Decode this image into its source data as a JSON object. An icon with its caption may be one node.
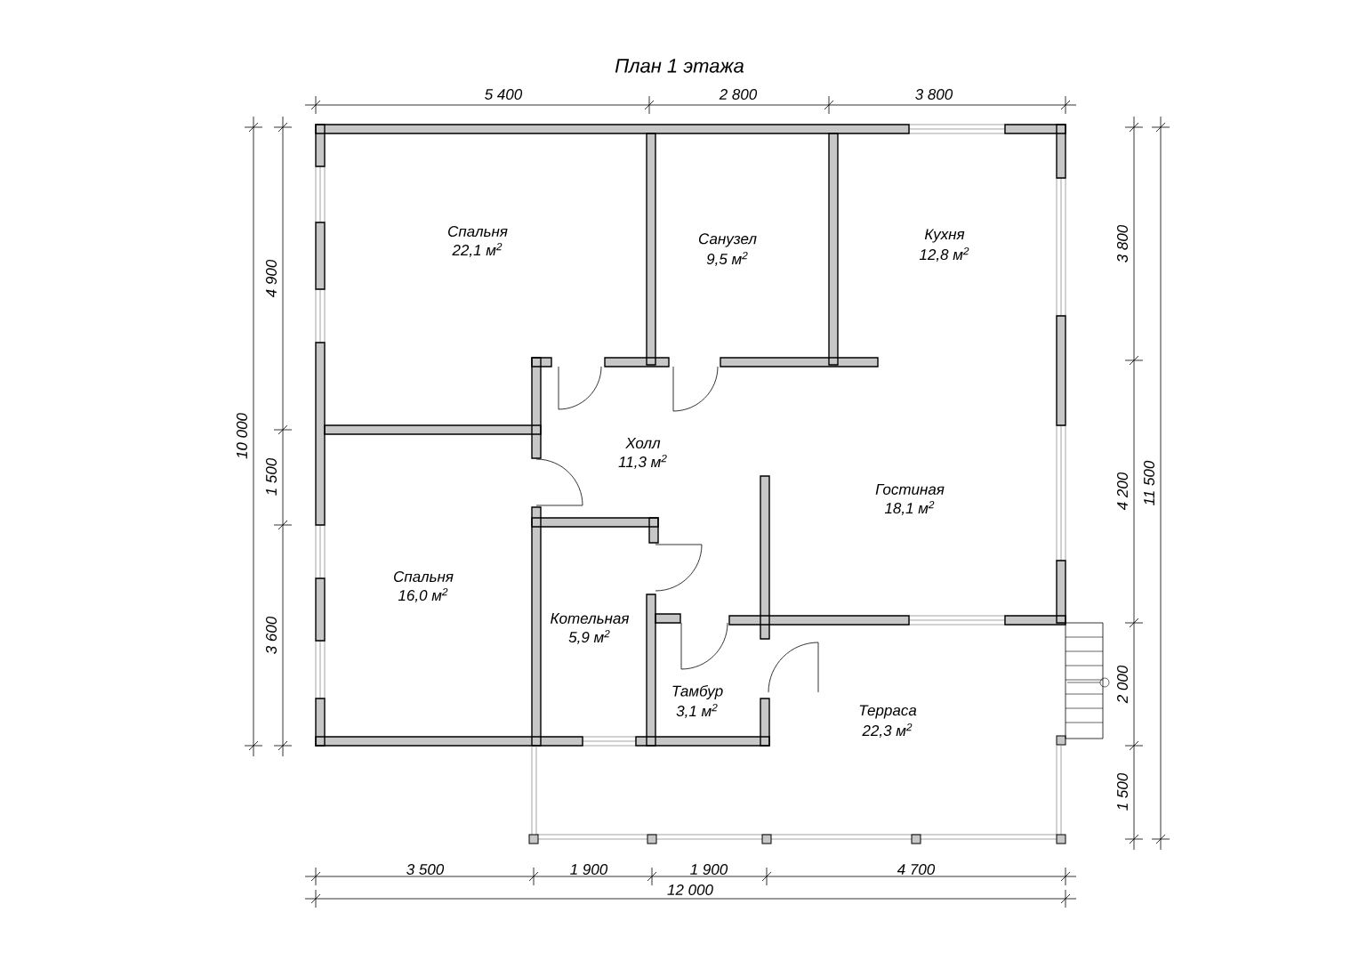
{
  "diagram": {
    "title": "План 1 этажа",
    "labels": [
      "5 400",
      "2 800",
      "3 800",
      "4 900",
      "1 500",
      "3 600",
      "10 000",
      "3 800",
      "4 200",
      "2 000",
      "1 500",
      "11 500",
      "Спальня",
      "22,1 м$^{2}$",
      "Санузел",
      "9,5 м$^{2}$",
      "Кухня",
      "12,8 м$^{2}$",
      "Холл",
      "11,3 м$^{2}$",
      "Гостиная",
      "18,1 м$^{2}$",
      "Спальня",
      "16,0 м$^{2}$",
      "Котельная",
      "5,9 м$^{2}$",
      "Тамбур",
      "3,1 м$^{2}$",
      "Терраса",
      "22,3 м$^{2}$",
      "3 500",
      "1 900",
      "1 900",
      "4 700",
      "12 000"
    ]
  }
}
